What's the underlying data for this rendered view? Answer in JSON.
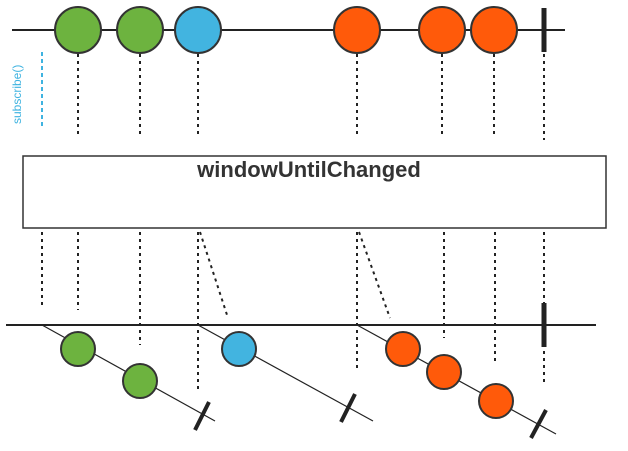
{
  "operator": {
    "name": "windowUntilChanged"
  },
  "subscribe_label": "subscribe()",
  "colors": {
    "green": "#6db33f",
    "blue": "#42b4e0",
    "orange": "#ff5a0a",
    "stroke": "#333333",
    "line": "#222222",
    "subscribe": "#3fb3e0"
  },
  "source": {
    "items": [
      {
        "color": "green"
      },
      {
        "color": "green"
      },
      {
        "color": "blue"
      },
      {
        "color": "orange"
      },
      {
        "color": "orange"
      },
      {
        "color": "orange"
      }
    ],
    "completes": true
  },
  "windows": [
    {
      "items": [
        {
          "color": "green"
        },
        {
          "color": "green"
        }
      ],
      "completes": true
    },
    {
      "items": [
        {
          "color": "blue"
        }
      ],
      "completes": true
    },
    {
      "items": [
        {
          "color": "orange"
        },
        {
          "color": "orange"
        },
        {
          "color": "orange"
        }
      ],
      "completes": true
    }
  ],
  "output": {
    "completes": true
  }
}
